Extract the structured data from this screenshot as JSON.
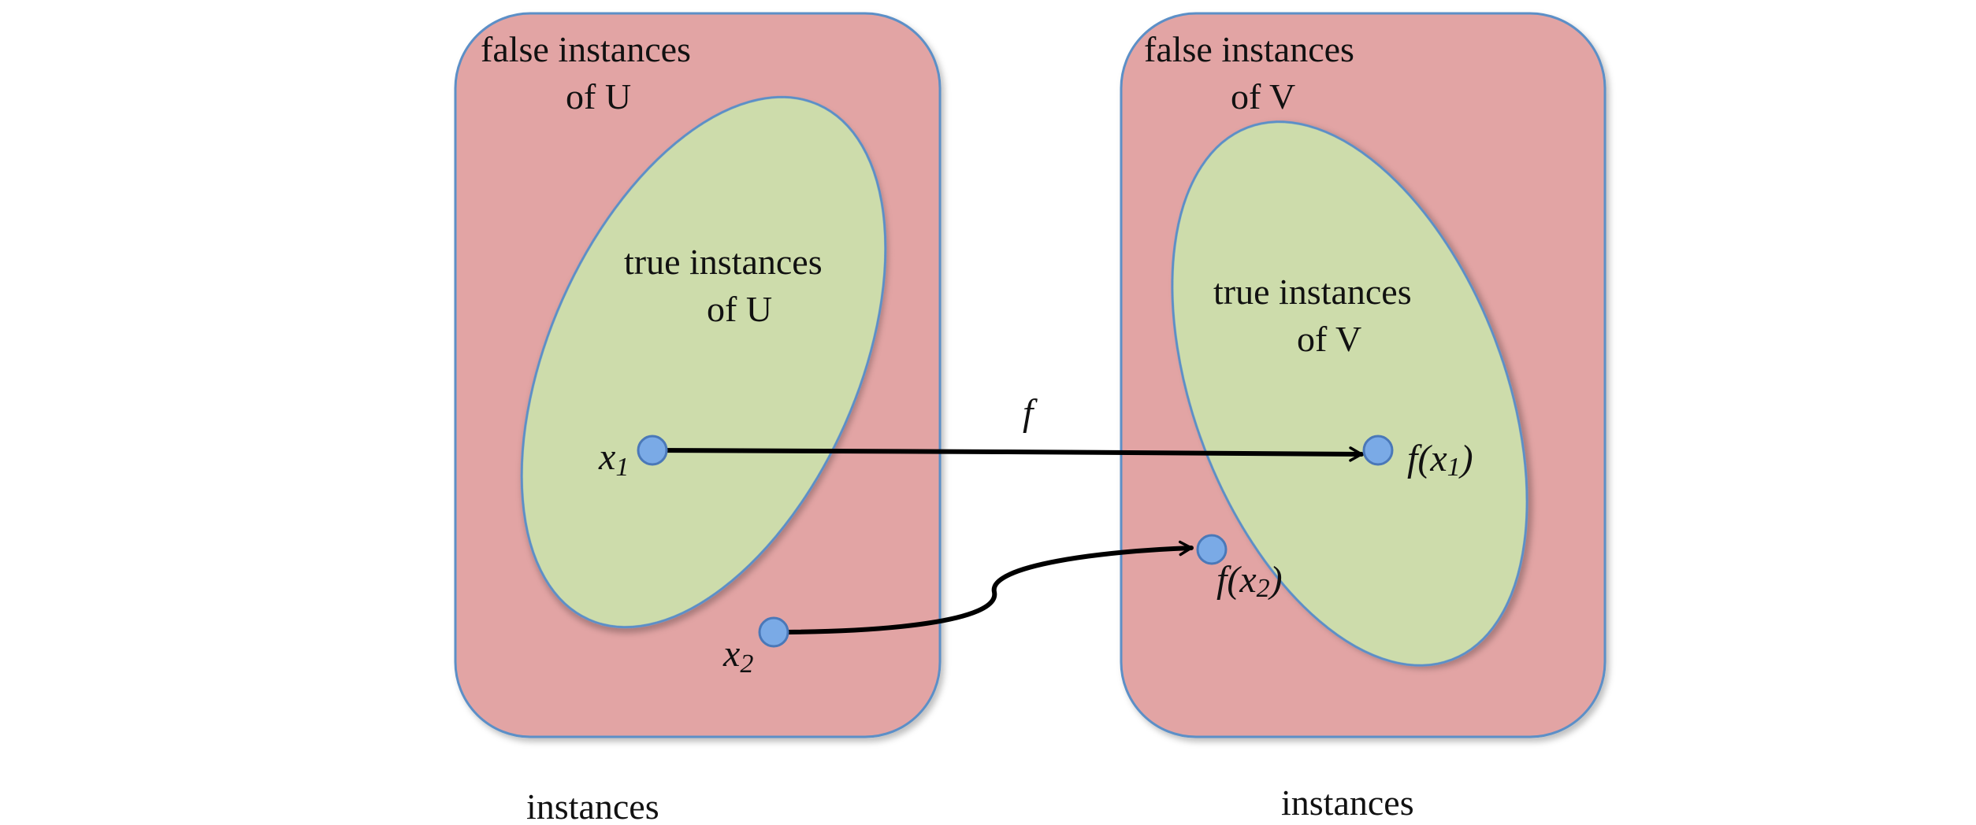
{
  "colors": {
    "background": "#ffffff",
    "false_region_fill": "#e2a4a4",
    "true_region_fill": "#cddcab",
    "region_stroke": "#5b8fc7",
    "point_fill": "#7aaae6",
    "point_stroke": "#4a78b8",
    "arrow": "#000000"
  },
  "left_set": {
    "false_label_line1": "false instances",
    "false_label_line2": "of  U",
    "true_label_line1": "true instances",
    "true_label_line2": "of  U",
    "bottom_label": "instances"
  },
  "right_set": {
    "false_label_line1": "false instances",
    "false_label_line2": "of  V",
    "true_label_line1": "true instances",
    "true_label_line2": "of  V",
    "bottom_label": "instances"
  },
  "points": {
    "x1": {
      "base": "x",
      "sub": "1"
    },
    "x2": {
      "base": "x",
      "sub": "2"
    },
    "fx1": {
      "open": "f(x",
      "sub": "1",
      "close": ")"
    },
    "fx2": {
      "open": "f(x",
      "sub": "2",
      "close": ")"
    }
  },
  "mapping_label": "f"
}
